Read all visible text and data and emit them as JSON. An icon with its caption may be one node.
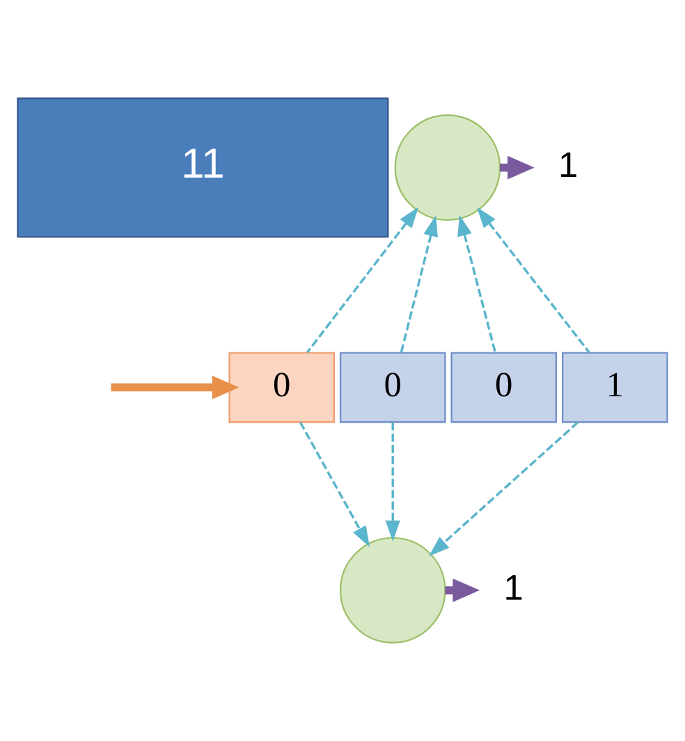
{
  "diagram": {
    "nodes": [
      {
        "text": [
          "11"
        ]
      },
      {
        "text": [],
        "shape": "circle"
      },
      {
        "text": [
          "1"
        ]
      },
      {
        "text": [
          "0"
        ]
      },
      {
        "text": [
          "0"
        ]
      },
      {
        "text": [
          "0"
        ]
      },
      {
        "text": [
          "1"
        ]
      },
      {
        "text": [],
        "shape": "circle"
      },
      {
        "text": [
          "1"
        ]
      }
    ],
    "edges": [
      {
        "from": null,
        "to": 3,
        "arrow": "to",
        "style": "thick",
        "color": "#e8904a"
      },
      {
        "from": 3,
        "to": 1,
        "arrow": "to",
        "style": "dashed"
      },
      {
        "from": 4,
        "to": 1,
        "arrow": "to",
        "style": "dashed"
      },
      {
        "from": 5,
        "to": 1,
        "arrow": "to",
        "style": "dashed"
      },
      {
        "from": 6,
        "to": 1,
        "arrow": "to",
        "style": "dashed"
      },
      {
        "from": 1,
        "to": 2,
        "arrow": "to",
        "style": "thick",
        "color": "#7a5a9e"
      },
      {
        "from": 3,
        "to": 7,
        "arrow": "to",
        "style": "dashed"
      },
      {
        "from": 4,
        "to": 7,
        "arrow": "to",
        "style": "dashed"
      },
      {
        "from": 6,
        "to": 7,
        "arrow": "to",
        "style": "dashed"
      },
      {
        "from": 7,
        "to": 8,
        "arrow": "to",
        "style": "thick",
        "color": "#7a5a9e"
      }
    ]
  }
}
